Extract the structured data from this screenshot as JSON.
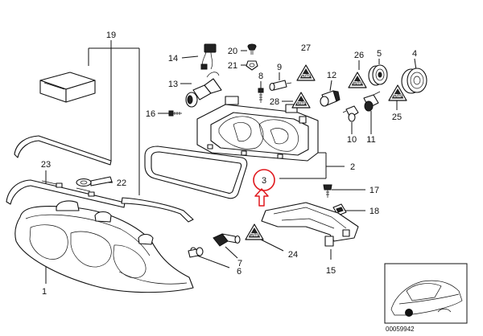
{
  "diagram": {
    "part_labels": [
      "1",
      "2",
      "3",
      "4",
      "5",
      "6",
      "7",
      "8",
      "9",
      "10",
      "11",
      "12",
      "13",
      "14",
      "15",
      "16",
      "17",
      "18",
      "19",
      "20",
      "21",
      "22",
      "23",
      "24",
      "25",
      "26",
      "27",
      "28"
    ],
    "warning_label_text": "AUTO",
    "catalog_number": "00059942",
    "highlight": {
      "part": "3",
      "color": "#e0191e"
    }
  }
}
